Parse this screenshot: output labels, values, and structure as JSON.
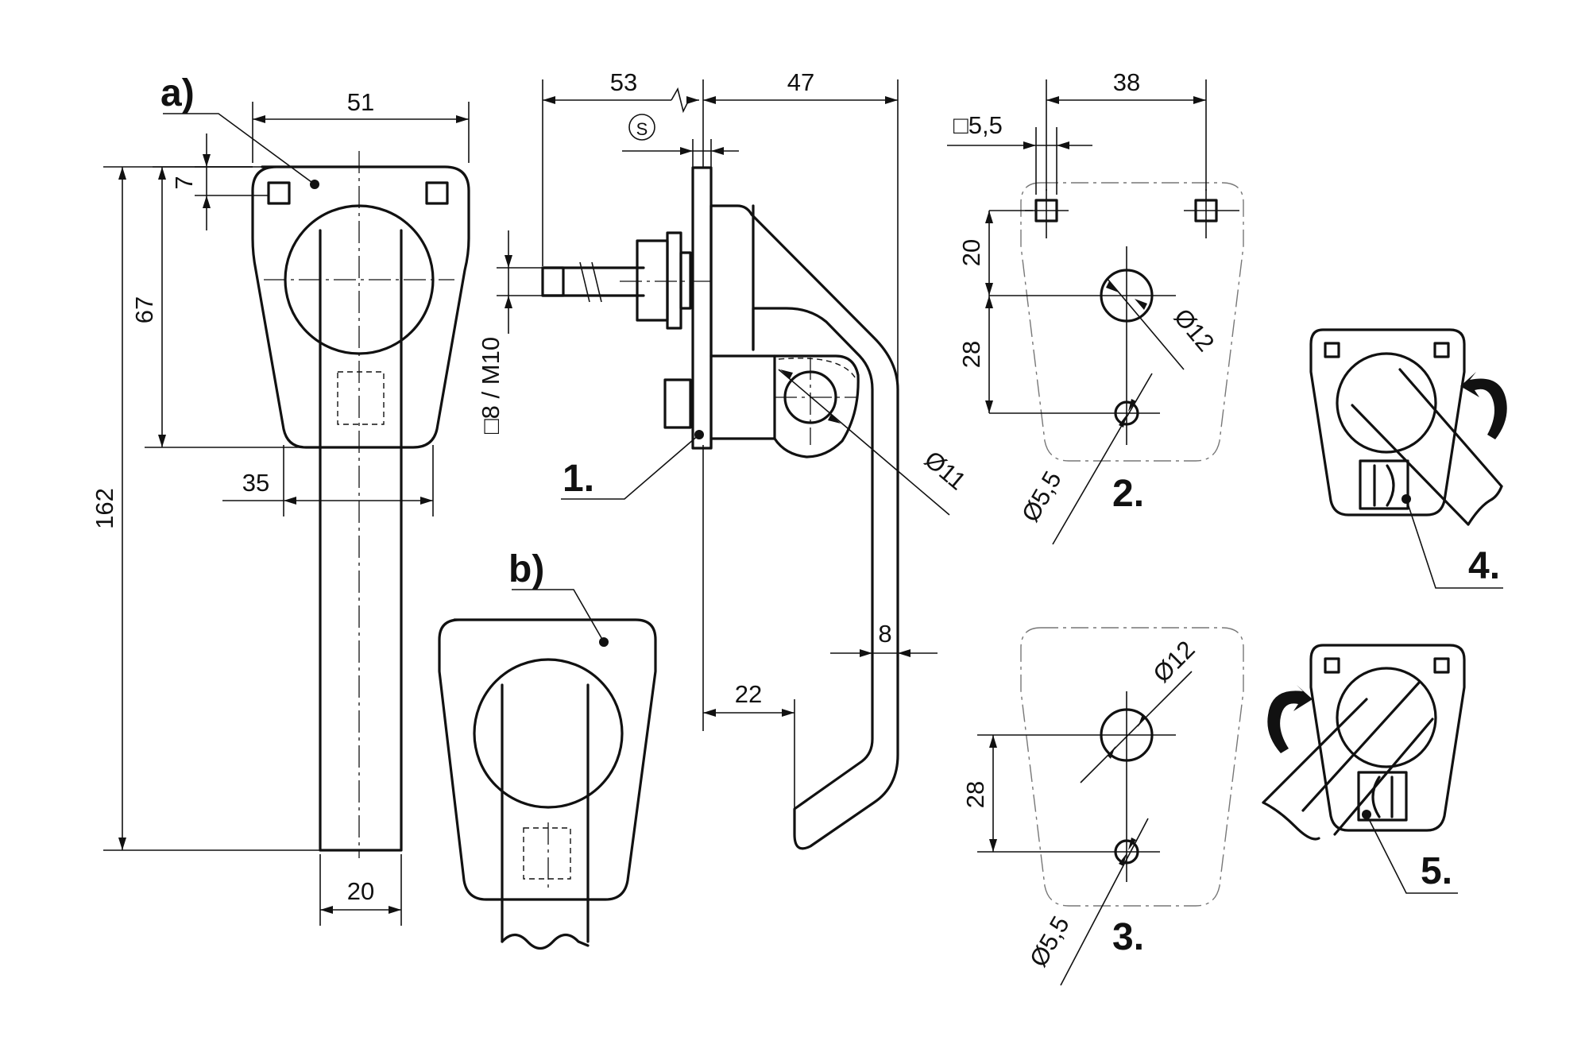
{
  "labels": {
    "a": "a)",
    "b": "b)",
    "n1": "1.",
    "n2": "2.",
    "n3": "3.",
    "n4": "4.",
    "n5": "5."
  },
  "dims": {
    "w51": "51",
    "h7": "7",
    "h67": "67",
    "h162": "162",
    "w35": "35",
    "w20": "20",
    "w53": "53",
    "w47": "47",
    "s": "S",
    "sq8": "□8 / M10",
    "d11": "Ø11",
    "w8": "8",
    "w22": "22",
    "w38": "38",
    "sq55": "□5,5",
    "h20": "20",
    "h28a": "28",
    "d12a": "Ø12",
    "d55a": "Ø5,5",
    "d12b": "Ø12",
    "h28b": "28",
    "d55b": "Ø5,5"
  }
}
